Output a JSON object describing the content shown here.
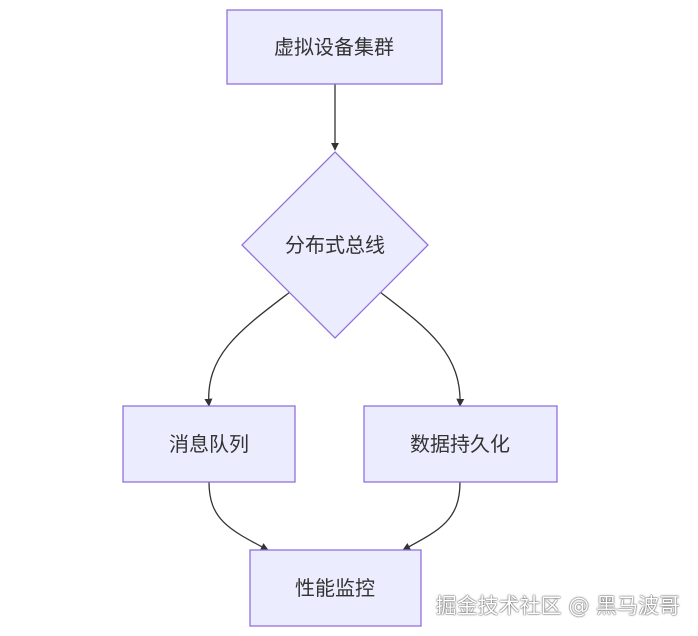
{
  "nodes": {
    "cluster": {
      "label": "虚拟设备集群"
    },
    "bus": {
      "label": "分布式总线"
    },
    "queue": {
      "label": "消息队列"
    },
    "persist": {
      "label": "数据持久化"
    },
    "monitor": {
      "label": "性能监控"
    }
  },
  "watermark": {
    "text": "掘金技术社区 @ 黑马波哥"
  },
  "colors": {
    "node_fill": "#ececff",
    "node_stroke": "#9370db",
    "edge": "#333333",
    "text": "#333333"
  }
}
